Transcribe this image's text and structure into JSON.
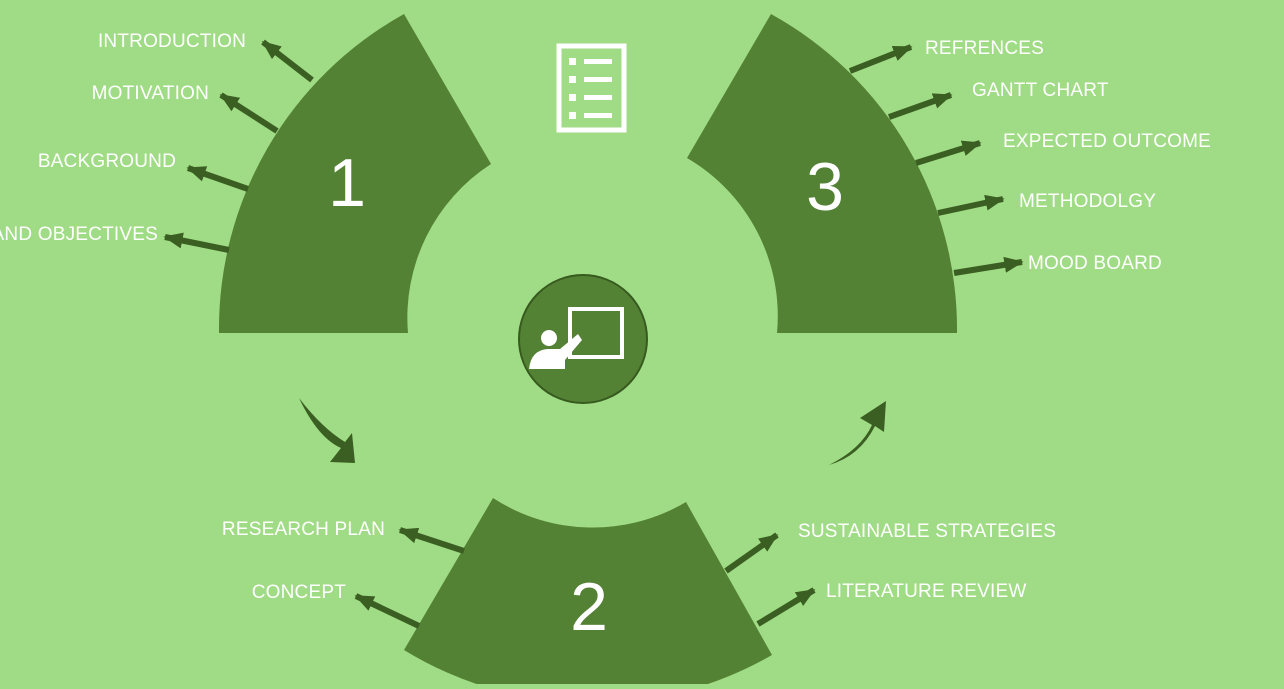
{
  "colors": {
    "background": "#a0dc86",
    "segment": "#548235",
    "arrow": "#3b5f22",
    "text": "#ffffff",
    "icon_circle_border": "#375a1f"
  },
  "segments": [
    {
      "number": "1",
      "items": [
        "INTRODUCTION",
        "MOTIVATION",
        "BACKGROUND",
        "AIMS AND OBJECTIVES"
      ]
    },
    {
      "number": "2",
      "items": [
        "RESEARCH PLAN",
        "CONCEPT",
        "SUSTAINABLE STRATEGIES",
        "LITERATURE REVIEW"
      ]
    },
    {
      "number": "3",
      "items": [
        "REFRENCES",
        "GANTT CHART",
        "EXPECTED OUTCOME",
        "METHODOLGY",
        "MOOD BOARD"
      ]
    }
  ],
  "icons": {
    "top": "checklist-icon",
    "center": "presentation-teacher-icon"
  }
}
